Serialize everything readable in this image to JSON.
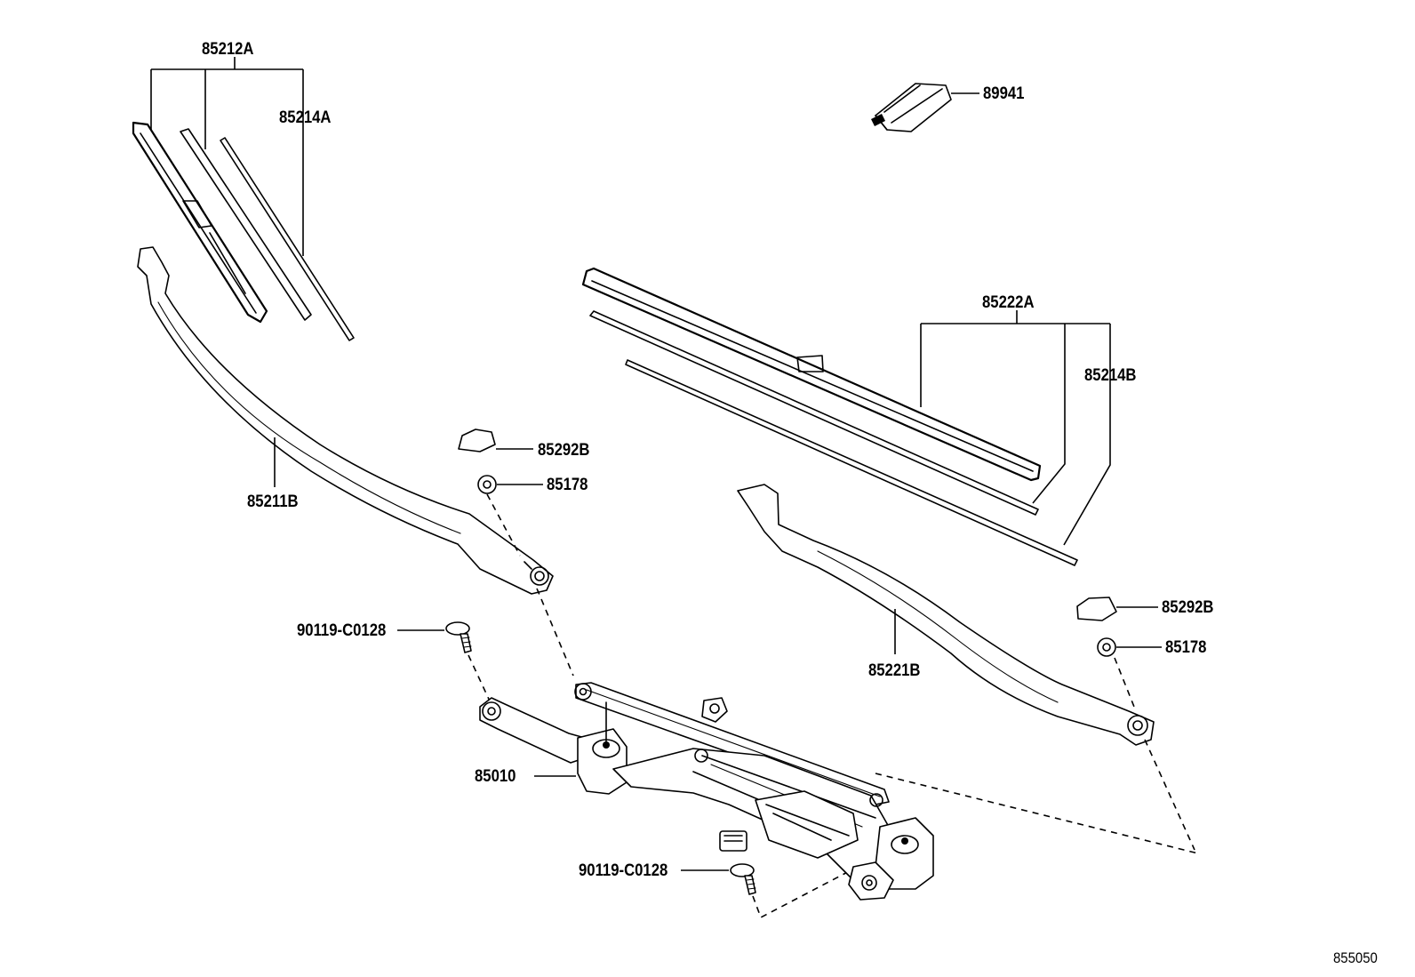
{
  "diagram_code": "855050",
  "labels": {
    "p85212A": "85212A",
    "p85214A": "85214A",
    "p89941": "89941",
    "p85222A": "85222A",
    "p85214B": "85214B",
    "p85292B_left": "85292B",
    "p85178_left": "85178",
    "p85211B": "85211B",
    "p90119_top": "90119-C0128",
    "p85292B_right": "85292B",
    "p85178_right": "85178",
    "p85221B": "85221B",
    "p85010": "85010",
    "p90119_bottom": "90119-C0128"
  }
}
